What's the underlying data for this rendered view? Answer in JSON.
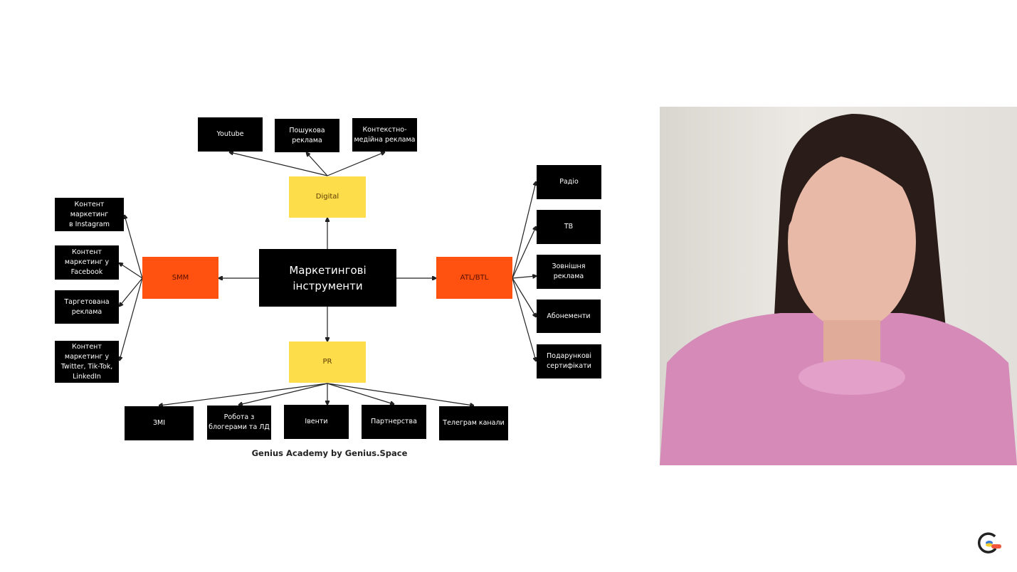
{
  "diagram": {
    "center": "Маркетингові\nінструменти",
    "digital": {
      "label": "Digital",
      "children": [
        "Youtube",
        "Пошукова\nреклама",
        "Контекстно-\nмедійна реклама"
      ]
    },
    "smm": {
      "label": "SMM",
      "children": [
        "Контент маркетинг\nв Instagram",
        "Контент\nмаркетинг у\nFacebook",
        "Таргетована\nреклама",
        "Контент\nмаркетинг у\nTwitter, Tik-Tok,\nLinkedIn"
      ]
    },
    "atl": {
      "label": "ATL/BTL",
      "children": [
        "Радіо",
        "ТВ",
        "Зовнішня\nреклама",
        "Абонементи",
        "Подарункові\nсертифікати"
      ]
    },
    "pr": {
      "label": "PR",
      "children": [
        "ЗМІ",
        "Робота з\nблогерами та ЛД",
        "Івенти",
        "Партнерства",
        "Телеграм канали"
      ]
    }
  },
  "footer": "Genius Academy by Genius.Space",
  "colors": {
    "yellow": "#fedd4a",
    "orange": "#ff5210",
    "box": "#000000"
  }
}
